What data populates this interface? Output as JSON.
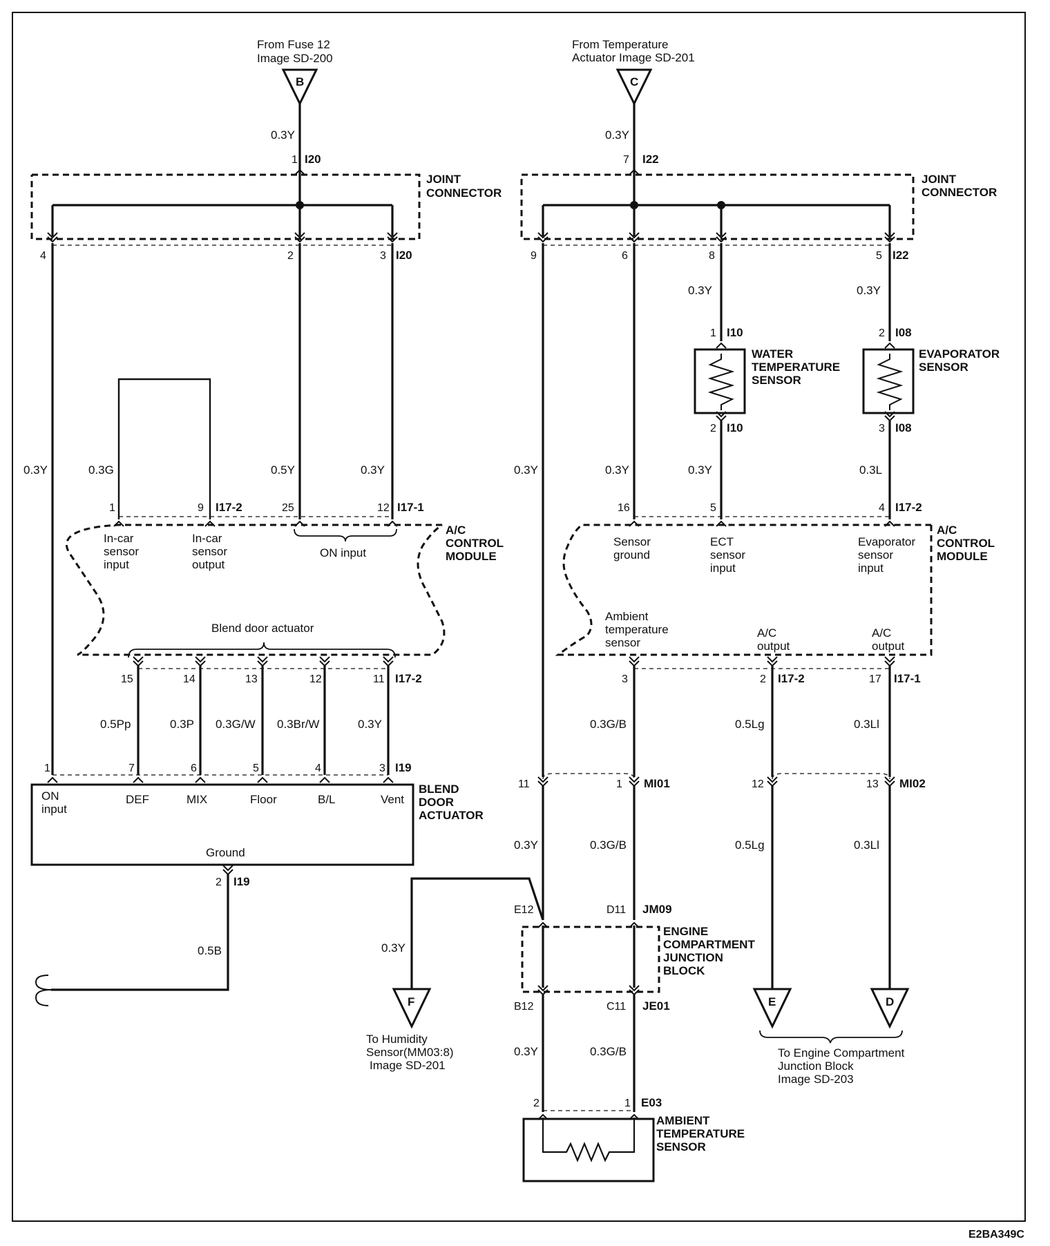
{
  "refs": {
    "fuse": [
      "From Fuse 12",
      "Image SD-200"
    ],
    "temp_actuator": [
      "From Temperature",
      "Actuator   Image SD-201"
    ],
    "humidity": [
      "To Humidity",
      "Sensor(MM03:8)",
      "Image SD-201"
    ],
    "engine_jb": [
      "To Engine Compartment",
      "Junction Block",
      "Image SD-203"
    ]
  },
  "terminals": {
    "B": "B",
    "C": "C",
    "F": "F",
    "E": "E",
    "D": "D"
  },
  "components": {
    "joint_connector_left": [
      "JOINT",
      "CONNECTOR"
    ],
    "joint_connector_right": [
      "JOINT",
      "CONNECTOR"
    ],
    "ac_control_module_left": [
      "A/C",
      "CONTROL",
      "MODULE"
    ],
    "ac_control_module_right": [
      "A/C",
      "CONTROL",
      "MODULE"
    ],
    "water_temp_sensor": [
      "WATER",
      "TEMPERATURE",
      "SENSOR"
    ],
    "evaporator_sensor": [
      "EVAPORATOR",
      "SENSOR"
    ],
    "blend_door_actuator": [
      "BLEND",
      "DOOR",
      "ACTUATOR"
    ],
    "engine_compartment_jb": [
      "ENGINE",
      "COMPARTMENT",
      "JUNCTION",
      "BLOCK"
    ],
    "ambient_temp_sensor": [
      "AMBIENT",
      "TEMPERATURE",
      "SENSOR"
    ]
  },
  "connectors": {
    "I20": "I20",
    "I22": "I22",
    "I10": "I10",
    "I08": "I08",
    "I17_1": "I17-1",
    "I17_2": "I17-2",
    "I19": "I19",
    "MI01": "MI01",
    "MI02": "MI02",
    "JM09": "JM09",
    "JE01": "JE01",
    "E03": "E03"
  },
  "pins": {
    "i20_1": "1",
    "i20_4": "4",
    "i20_2": "2",
    "i20_3": "3",
    "i22_7": "7",
    "i22_9": "9",
    "i22_6": "6",
    "i22_8": "8",
    "i22_5": "5",
    "i10_1": "1",
    "i10_2": "2",
    "i08_2": "2",
    "i08_3": "3",
    "m_1": "1",
    "m_9": "9",
    "m_25": "25",
    "m_12": "12",
    "m_16": "16",
    "m_5": "5",
    "m_4": "4",
    "m_15": "15",
    "m_14": "14",
    "m_13": "13",
    "m_12b": "12",
    "m_11": "11",
    "m_3": "3",
    "m_2": "2",
    "m_17": "17",
    "b_1": "1",
    "b_7": "7",
    "b_6": "6",
    "b_5": "5",
    "b_4": "4",
    "b_3": "3",
    "b_2": "2",
    "mi01_11": "11",
    "mi01_1": "1",
    "mi02_12": "12",
    "mi02_13": "13",
    "jm_e12": "E12",
    "jm_d11": "D11",
    "je_b12": "B12",
    "je_c11": "C11",
    "e03_2": "2",
    "e03_1": "1"
  },
  "wires": {
    "w_b_top": "0.3Y",
    "w_c_top": "0.3Y",
    "w_left1": "0.3Y",
    "w_g": "0.3G",
    "w_05y": "0.5Y",
    "w_03y_l": "0.3Y",
    "w_r_9": "0.3Y",
    "w_r_6": "0.3Y",
    "w_r_8a": "0.3Y",
    "w_r_5a": "0.3Y",
    "w_r_8b": "0.3Y",
    "w_r_5b": "0.3L",
    "w_pp": "0.5Pp",
    "w_p": "0.3P",
    "w_gw": "0.3G/W",
    "w_brw": "0.3Br/W",
    "w_y3": "0.3Y",
    "w_gb1": "0.3G/B",
    "w_lg1": "0.5Lg",
    "w_li1": "0.3Ll",
    "w_y_mid": "0.3Y",
    "w_gb2": "0.3G/B",
    "w_lg2": "0.5Lg",
    "w_li2": "0.3Ll",
    "w_gnd": "0.5B",
    "w_hum": "0.3Y",
    "w_y_bot": "0.3Y",
    "w_gb3": "0.3G/B"
  },
  "pin_labels": {
    "incar_input": [
      "In-car",
      "sensor",
      "input"
    ],
    "incar_output": [
      "In-car",
      "sensor",
      "output"
    ],
    "on_input": "ON input",
    "blend_door_actuator": "Blend door actuator",
    "sensor_ground": [
      "Sensor",
      "ground"
    ],
    "ect_input": [
      "ECT",
      "sensor",
      "input"
    ],
    "evap_input": [
      "Evaporator",
      "sensor",
      "input"
    ],
    "ambient": [
      "Ambient",
      "temperature",
      "sensor"
    ],
    "ac_output_1": [
      "A/C",
      "output"
    ],
    "ac_output_2": [
      "A/C",
      "output"
    ],
    "actuator_on_input": [
      "ON",
      "input"
    ],
    "def": "DEF",
    "mix": "MIX",
    "floor": "Floor",
    "bl": "B/L",
    "vent": "Vent",
    "ground": "Ground"
  },
  "figure_code": "E2BA349C"
}
